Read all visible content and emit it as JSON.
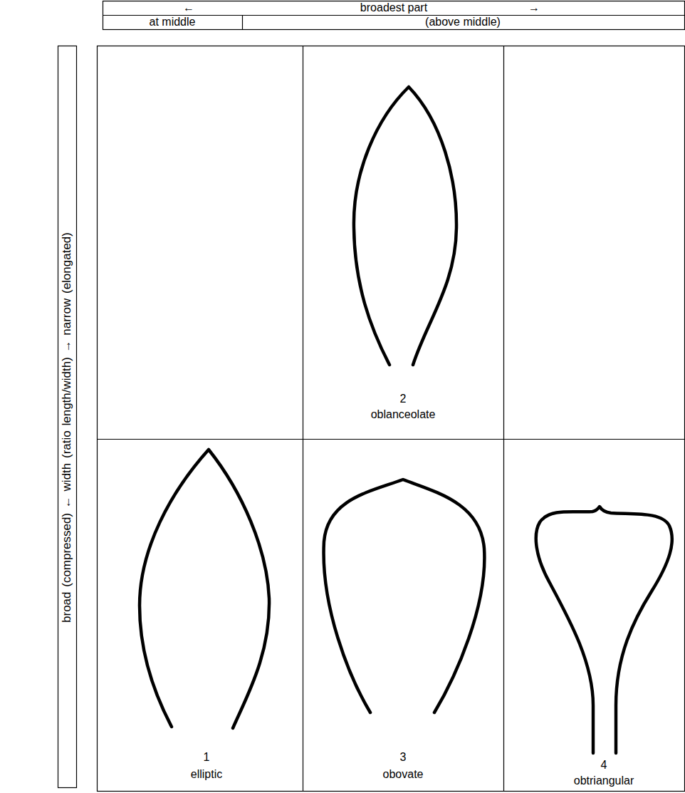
{
  "diagram": {
    "labels": [
      "←",
      "broadest part",
      "→",
      "at middle",
      "(above middle)",
      "broad (compressed) ← width (ratio length/width) → narrow (elongated)",
      "2",
      "oblanceolate",
      "1",
      "elliptic",
      "3",
      "obovate",
      "4",
      "obtriangular"
    ]
  }
}
